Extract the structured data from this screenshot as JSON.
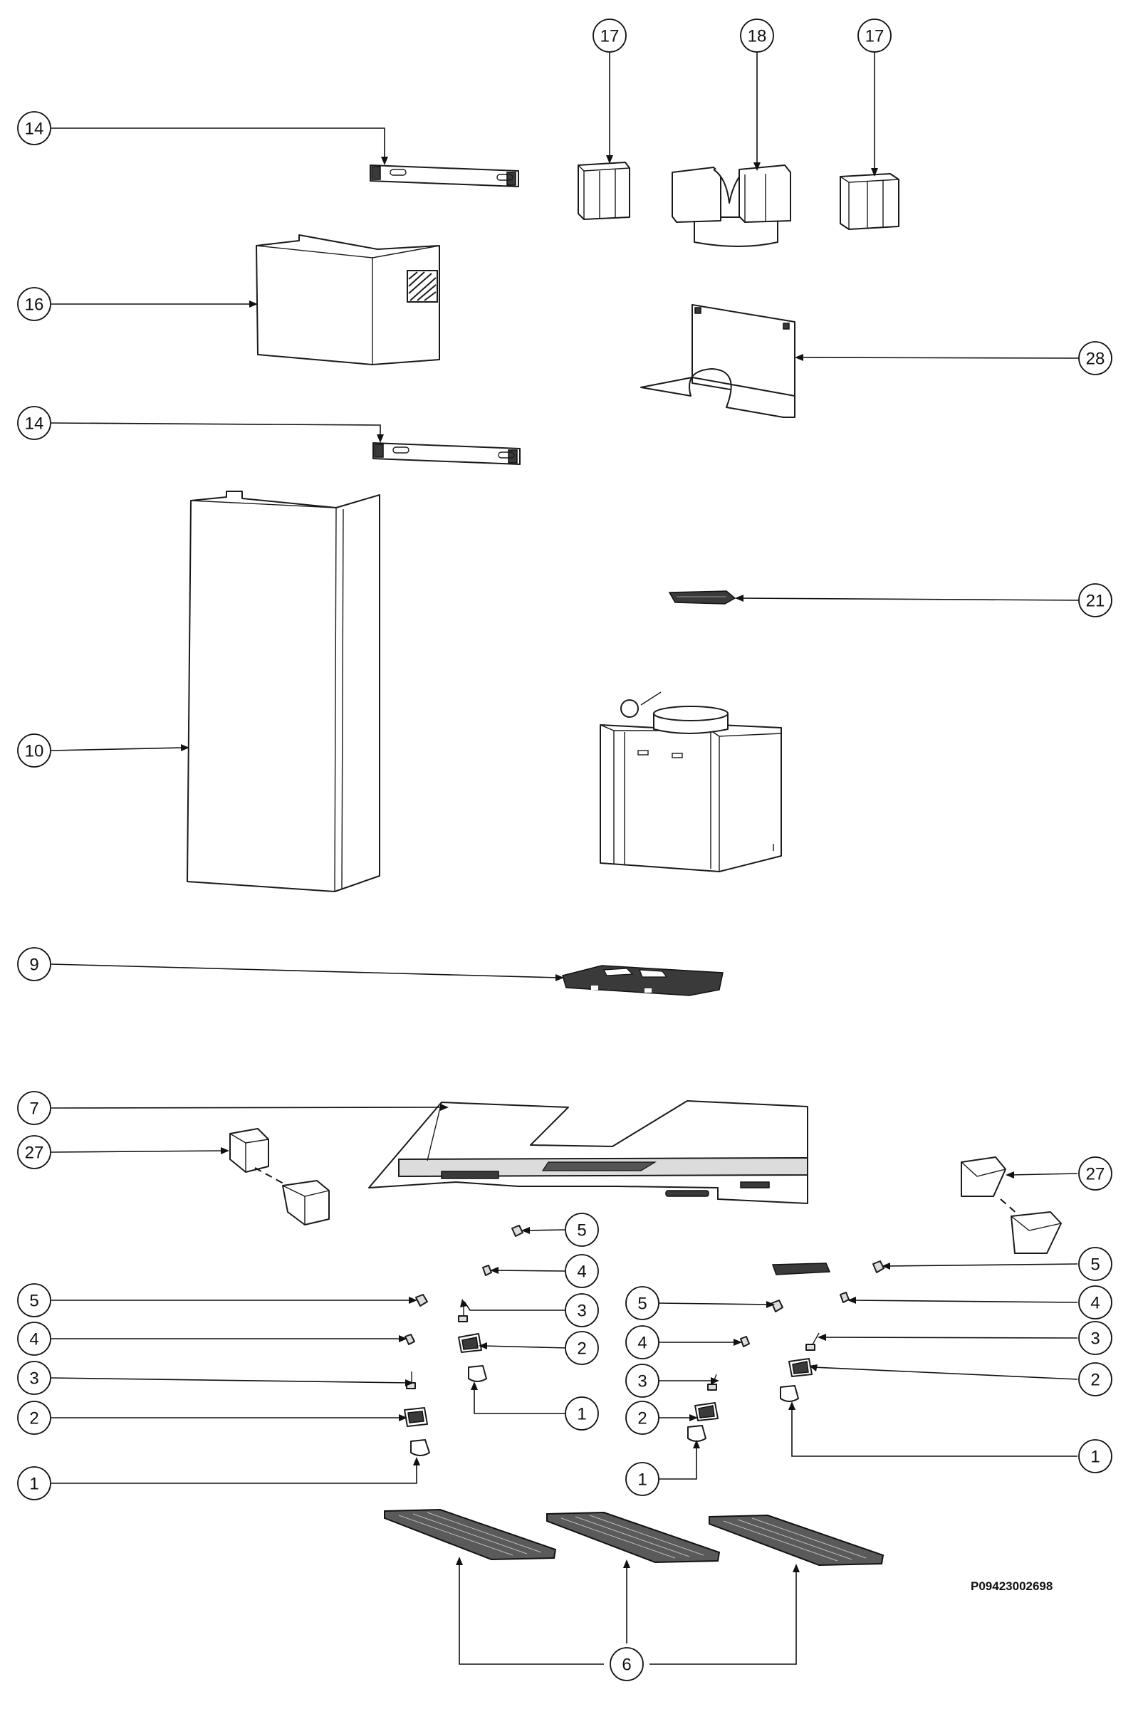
{
  "drawing_code": "P09423002698",
  "labels": [
    {
      "id": "14a",
      "text": "14"
    },
    {
      "id": "16",
      "text": "16"
    },
    {
      "id": "14b",
      "text": "14"
    },
    {
      "id": "10",
      "text": "10"
    },
    {
      "id": "9",
      "text": "9"
    },
    {
      "id": "7",
      "text": "7"
    },
    {
      "id": "27a",
      "text": "27"
    },
    {
      "id": "17a",
      "text": "17"
    },
    {
      "id": "18",
      "text": "18"
    },
    {
      "id": "17b",
      "text": "17"
    },
    {
      "id": "28",
      "text": "28"
    },
    {
      "id": "21",
      "text": "21"
    },
    {
      "id": "27b",
      "text": "27"
    },
    {
      "id": "5a",
      "text": "5"
    },
    {
      "id": "4a",
      "text": "4"
    },
    {
      "id": "3a",
      "text": "3"
    },
    {
      "id": "2a",
      "text": "2"
    },
    {
      "id": "1a",
      "text": "1"
    },
    {
      "id": "5b",
      "text": "5"
    },
    {
      "id": "4b",
      "text": "4"
    },
    {
      "id": "3b",
      "text": "3"
    },
    {
      "id": "2b",
      "text": "2"
    },
    {
      "id": "1b",
      "text": "1"
    },
    {
      "id": "5c",
      "text": "5"
    },
    {
      "id": "4c",
      "text": "4"
    },
    {
      "id": "3c",
      "text": "3"
    },
    {
      "id": "2c",
      "text": "2"
    },
    {
      "id": "1c",
      "text": "1"
    },
    {
      "id": "5d",
      "text": "5"
    },
    {
      "id": "4d",
      "text": "4"
    },
    {
      "id": "3d",
      "text": "3"
    },
    {
      "id": "2d",
      "text": "2"
    },
    {
      "id": "1d",
      "text": "1"
    },
    {
      "id": "6",
      "text": "6"
    }
  ]
}
